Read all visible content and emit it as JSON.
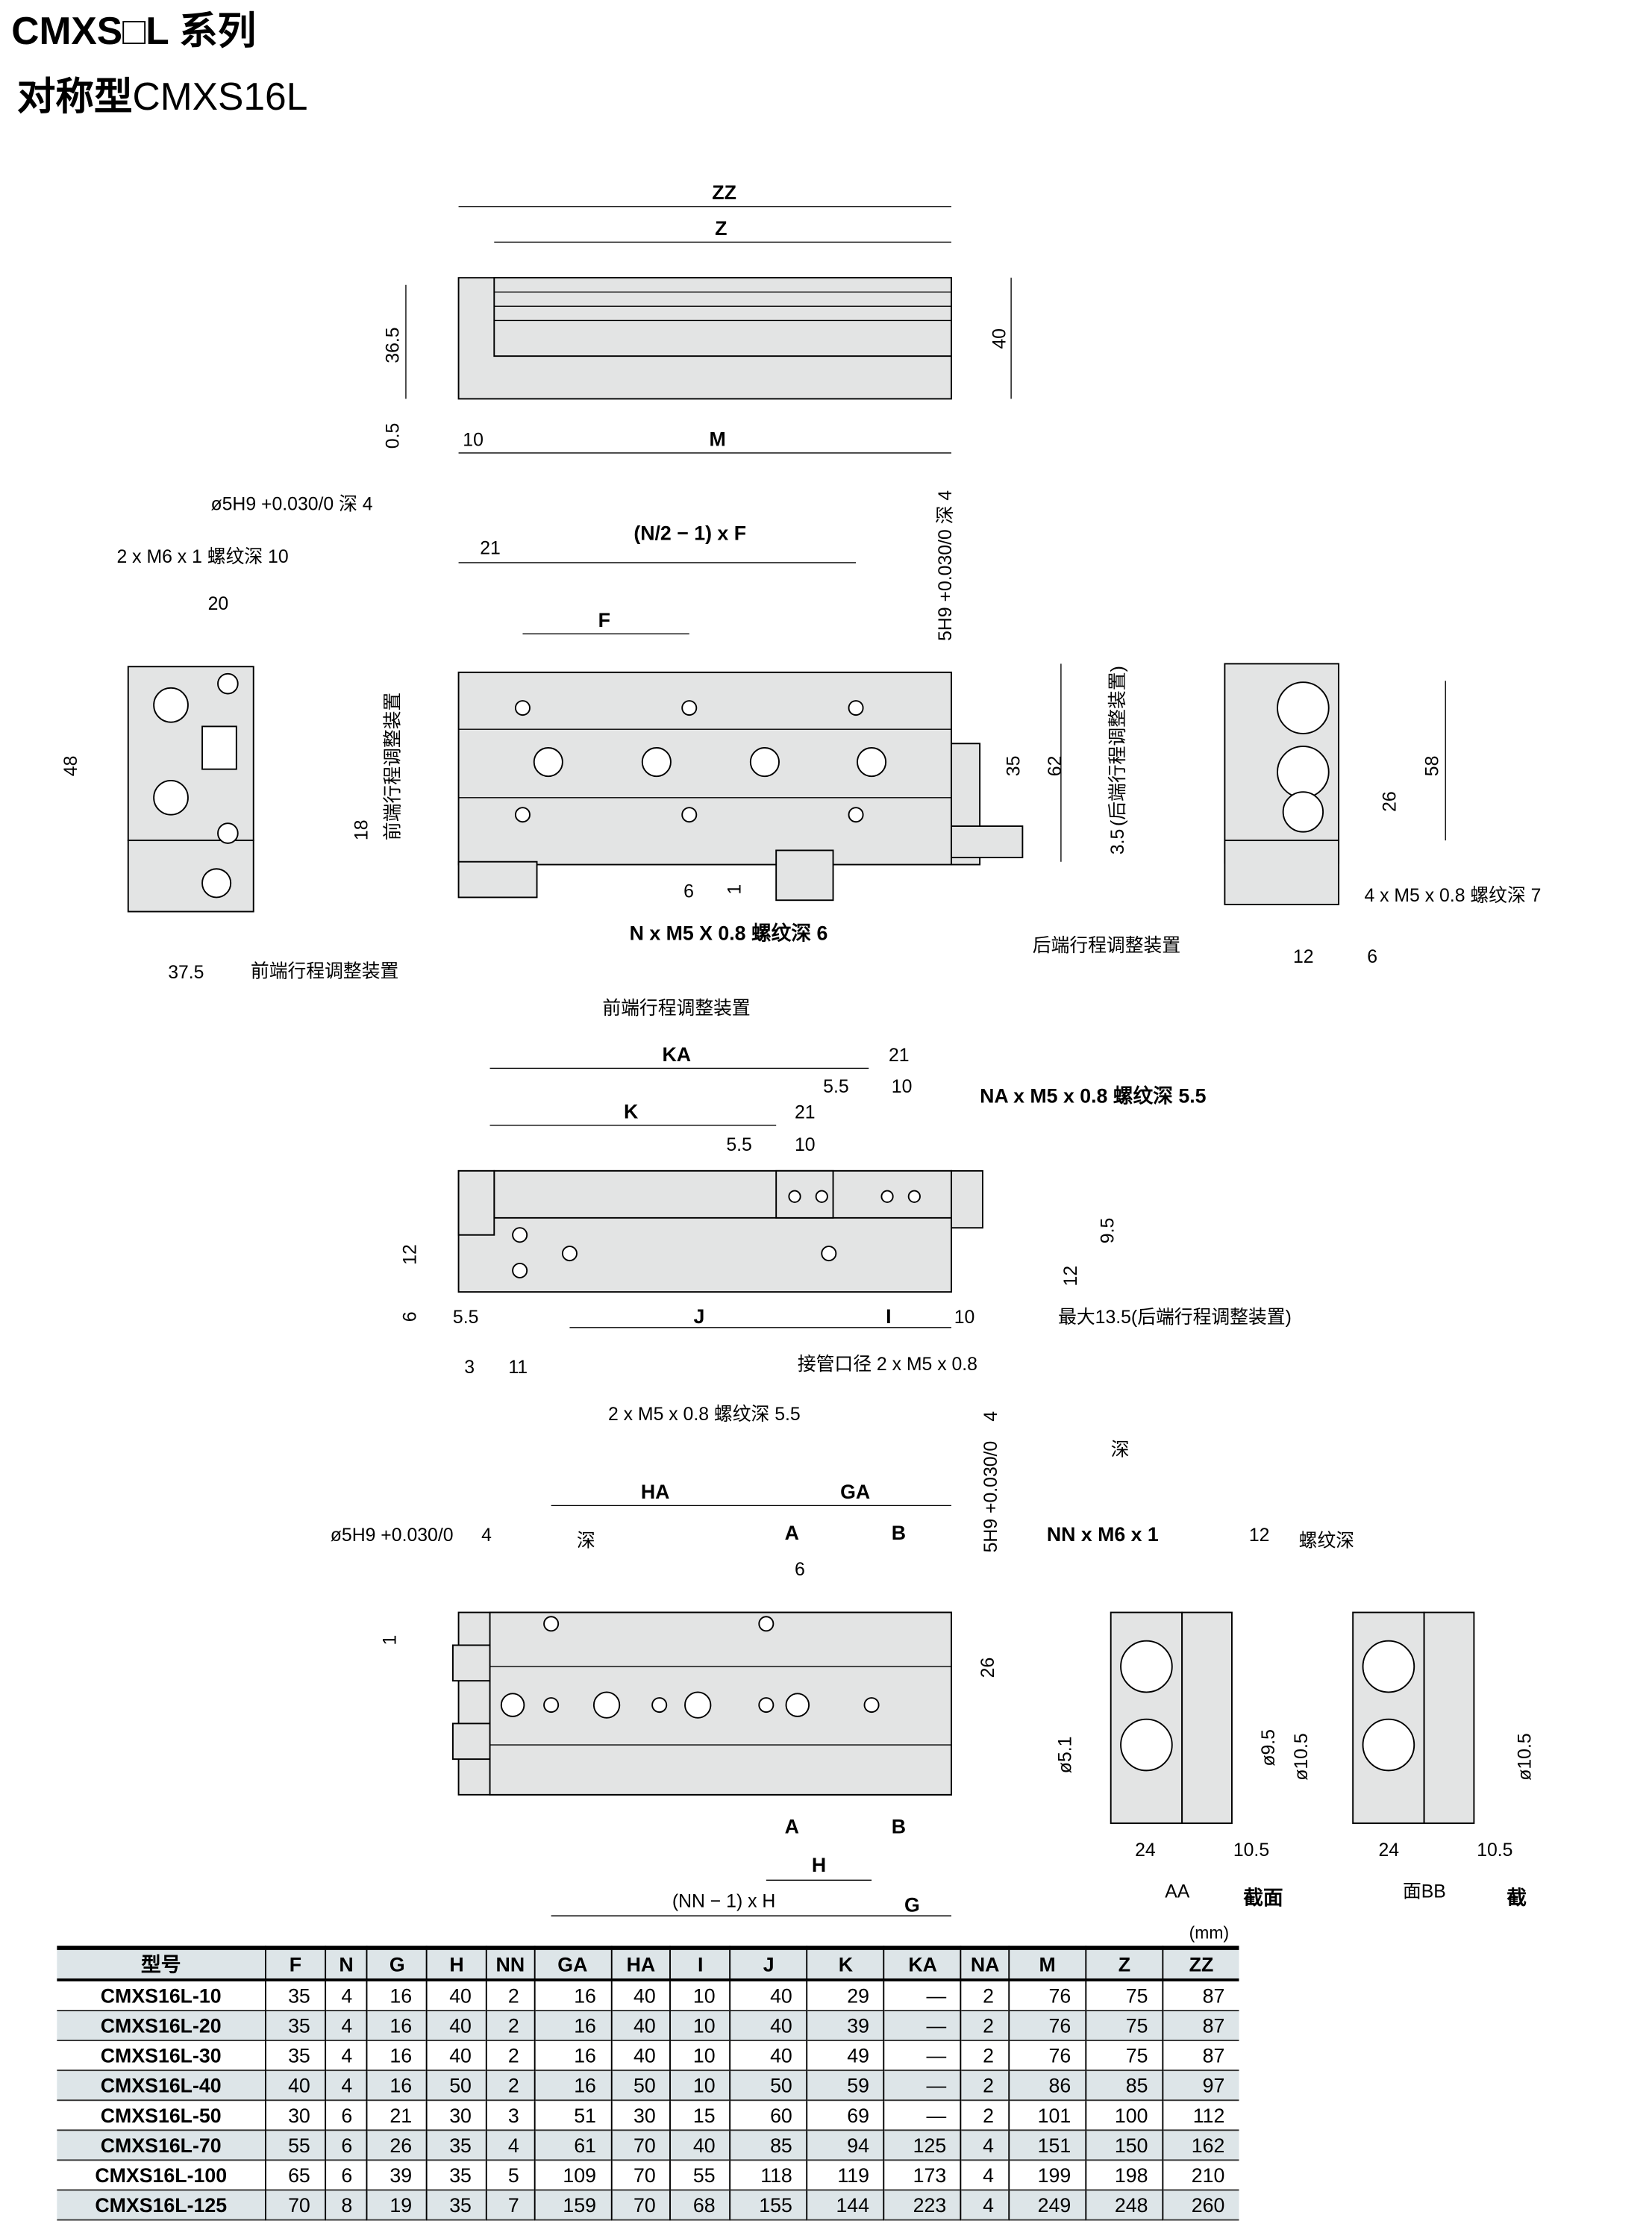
{
  "title": {
    "series": "CMXS□L 系列",
    "type_prefix": "对称型",
    "type_model": "CMXS16L"
  },
  "top_view": {
    "zz": "ZZ",
    "z": "Z",
    "h365": "36.5",
    "h40": "40",
    "h05": "0.5",
    "d10": "10",
    "m": "M"
  },
  "plan_view": {
    "hole_spec": "ø5H9 +0.030/0 深 4",
    "m6": "2 x M6 x 1  螺纹深  10",
    "d20": "20",
    "d48": "48",
    "d375": "37.5",
    "front_adj": "前端行程调整装置",
    "d21": "21",
    "nf": "(N/2 − 1) x F",
    "f": "F",
    "pin_right": "5H9 +0.030/0 深 4",
    "rear_adj_v": "(后端行程调整装置)",
    "d35": "35",
    "d62": "62",
    "d35b": "3.5",
    "d18": "18",
    "front_adj_v": "前端行程调整装置",
    "d6": "6",
    "d1": "1",
    "nm5": "N x M5 X 0.8  螺纹深  6",
    "rear_adj": "后端行程调整装置",
    "front_adj2": "前端行程调整装置",
    "d58": "58",
    "d26": "26",
    "m5_4": "4 x M5 x 0.8 螺纹深 7",
    "d12": "12",
    "d6b": "6"
  },
  "side_view": {
    "ka": "KA",
    "k": "K",
    "d21a": "21",
    "d55a": "5.5",
    "d10a": "10",
    "d21b": "21",
    "d55b": "5.5",
    "d10b": "10",
    "na": "NA x M5 x 0.8 螺纹深  5.5",
    "d12a": "12",
    "d6": "6",
    "d95": "9.5",
    "d12b": "12",
    "d55": "5.5",
    "j": "J",
    "i": "I",
    "d10": "10",
    "max": "最大13.5(后端行程调整装置)",
    "d3": "3",
    "d11": "11",
    "port": "接管口径  2 x M5 x 0.8",
    "m5": "2 x M5 x 0.8  螺纹深  5.5"
  },
  "bottom_view": {
    "pin": "ø5H9 +0.030/0",
    "pin_depth": "4",
    "deep": "深",
    "ha": "HA",
    "ga": "GA",
    "a": "A",
    "b": "B",
    "d6": "6",
    "pin_right": "5H9 +0.030/0",
    "pin_right_depth": "4",
    "deep2": "深",
    "d1": "1",
    "d26": "26",
    "h": "H",
    "nnh": "(NN − 1) x H",
    "g": "G",
    "nn": "NN x M6 x 1",
    "nn_depth": "12",
    "nn_thread": "螺纹深",
    "d51": "ø5.1",
    "d95": "ø9.5",
    "d105": "ø10.5",
    "d24": "24",
    "d105b": "10.5",
    "aa": "AA",
    "sec": "截面",
    "d24b": "24",
    "d105c": "10.5",
    "d105d": "ø10.5",
    "bb": "面BB",
    "sec2": "截"
  },
  "table": {
    "unit": "(mm)",
    "headers": [
      "型号",
      "F",
      "N",
      "G",
      "H",
      "NN",
      "GA",
      "HA",
      "I",
      "J",
      "K",
      "KA",
      "NA",
      "M",
      "Z",
      "ZZ"
    ],
    "rows": [
      [
        "CMXS16L-10",
        "35",
        "4",
        "16",
        "40",
        "2",
        "16",
        "40",
        "10",
        "40",
        "29",
        "—",
        "2",
        "76",
        "75",
        "87"
      ],
      [
        "CMXS16L-20",
        "35",
        "4",
        "16",
        "40",
        "2",
        "16",
        "40",
        "10",
        "40",
        "39",
        "—",
        "2",
        "76",
        "75",
        "87"
      ],
      [
        "CMXS16L-30",
        "35",
        "4",
        "16",
        "40",
        "2",
        "16",
        "40",
        "10",
        "40",
        "49",
        "—",
        "2",
        "76",
        "75",
        "87"
      ],
      [
        "CMXS16L-40",
        "40",
        "4",
        "16",
        "50",
        "2",
        "16",
        "50",
        "10",
        "50",
        "59",
        "—",
        "2",
        "86",
        "85",
        "97"
      ],
      [
        "CMXS16L-50",
        "30",
        "6",
        "21",
        "30",
        "3",
        "51",
        "30",
        "15",
        "60",
        "69",
        "—",
        "2",
        "101",
        "100",
        "112"
      ],
      [
        "CMXS16L-70",
        "55",
        "6",
        "26",
        "35",
        "4",
        "61",
        "70",
        "40",
        "85",
        "94",
        "125",
        "4",
        "151",
        "150",
        "162"
      ],
      [
        "CMXS16L-100",
        "65",
        "6",
        "39",
        "35",
        "5",
        "109",
        "70",
        "55",
        "118",
        "119",
        "173",
        "4",
        "199",
        "198",
        "210"
      ],
      [
        "CMXS16L-125",
        "70",
        "8",
        "19",
        "35",
        "7",
        "159",
        "70",
        "68",
        "155",
        "144",
        "223",
        "4",
        "249",
        "248",
        "260"
      ]
    ]
  }
}
